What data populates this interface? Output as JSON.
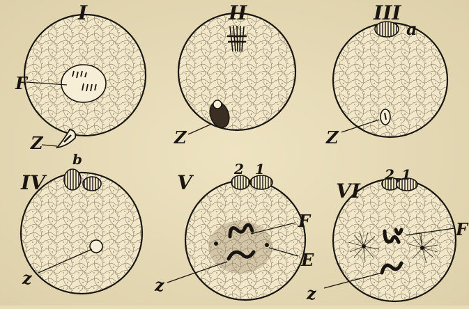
{
  "panels": [
    {
      "id": "I",
      "numeral": "I",
      "labels": {
        "F": "F",
        "Z": "Z"
      }
    },
    {
      "id": "II",
      "numeral": "II",
      "labels": {
        "Z": "Z"
      }
    },
    {
      "id": "III",
      "numeral": "III",
      "labels": {
        "a": "a",
        "Z": "Z"
      }
    },
    {
      "id": "IV",
      "numeral": "IV",
      "labels": {
        "b": "b",
        "z": "z"
      }
    },
    {
      "id": "V",
      "numeral": "V",
      "labels": {
        "n2": "2",
        "n1": "1",
        "F": "F",
        "E": "E",
        "z": "z"
      }
    },
    {
      "id": "VI",
      "numeral": "VI",
      "labels": {
        "n2": "2",
        "n1": "1",
        "F": "F",
        "z": "z"
      }
    }
  ],
  "colors": {
    "paper": "#e8dcb8",
    "cell_fill": "#f1e7c9",
    "ink": "#1a1510"
  }
}
